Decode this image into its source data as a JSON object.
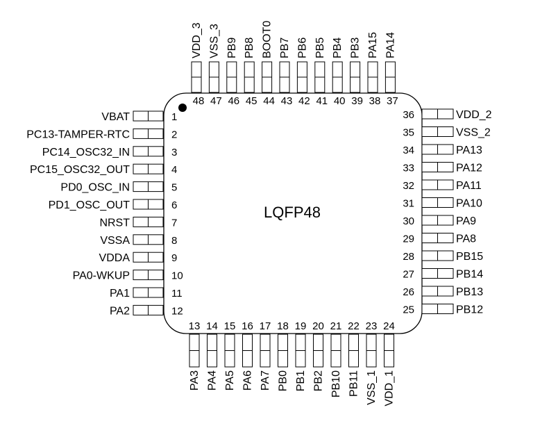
{
  "package": {
    "title": "LQFP48"
  },
  "pins": {
    "left": [
      {
        "number": "1",
        "label": "VBAT"
      },
      {
        "number": "2",
        "label": "PC13-TAMPER-RTC"
      },
      {
        "number": "3",
        "label": "PC14_OSC32_IN"
      },
      {
        "number": "4",
        "label": "PC15_OSC32_OUT"
      },
      {
        "number": "5",
        "label": "PD0_OSC_IN"
      },
      {
        "number": "6",
        "label": "PD1_OSC_OUT"
      },
      {
        "number": "7",
        "label": "NRST"
      },
      {
        "number": "8",
        "label": "VSSA"
      },
      {
        "number": "9",
        "label": "VDDA"
      },
      {
        "number": "10",
        "label": "PA0-WKUP"
      },
      {
        "number": "11",
        "label": "PA1"
      },
      {
        "number": "12",
        "label": "PA2"
      }
    ],
    "bottom": [
      {
        "number": "13",
        "label": "PA3"
      },
      {
        "number": "14",
        "label": "PA4"
      },
      {
        "number": "15",
        "label": "PA5"
      },
      {
        "number": "16",
        "label": "PA6"
      },
      {
        "number": "17",
        "label": "PA7"
      },
      {
        "number": "18",
        "label": "PB0"
      },
      {
        "number": "19",
        "label": "PB1"
      },
      {
        "number": "20",
        "label": "PB2"
      },
      {
        "number": "21",
        "label": "PB10"
      },
      {
        "number": "22",
        "label": "PB11"
      },
      {
        "number": "23",
        "label": "VSS_1"
      },
      {
        "number": "24",
        "label": "VDD_1"
      }
    ],
    "right": [
      {
        "number": "36",
        "label": "VDD_2"
      },
      {
        "number": "35",
        "label": "VSS_2"
      },
      {
        "number": "34",
        "label": "PA13"
      },
      {
        "number": "33",
        "label": "PA12"
      },
      {
        "number": "32",
        "label": "PA11"
      },
      {
        "number": "31",
        "label": "PA10"
      },
      {
        "number": "30",
        "label": "PA9"
      },
      {
        "number": "29",
        "label": "PA8"
      },
      {
        "number": "28",
        "label": "PB15"
      },
      {
        "number": "27",
        "label": "PB14"
      },
      {
        "number": "26",
        "label": "PB13"
      },
      {
        "number": "25",
        "label": "PB12"
      }
    ],
    "top": [
      {
        "number": "48",
        "label": "VDD_3"
      },
      {
        "number": "47",
        "label": "VSS_3"
      },
      {
        "number": "46",
        "label": "PB9"
      },
      {
        "number": "45",
        "label": "PB8"
      },
      {
        "number": "44",
        "label": "BOOT0"
      },
      {
        "number": "43",
        "label": "PB7"
      },
      {
        "number": "42",
        "label": "PB6"
      },
      {
        "number": "41",
        "label": "PB5"
      },
      {
        "number": "40",
        "label": "PB4"
      },
      {
        "number": "39",
        "label": "PB3"
      },
      {
        "number": "38",
        "label": "PA15"
      },
      {
        "number": "37",
        "label": "PA14"
      }
    ]
  }
}
